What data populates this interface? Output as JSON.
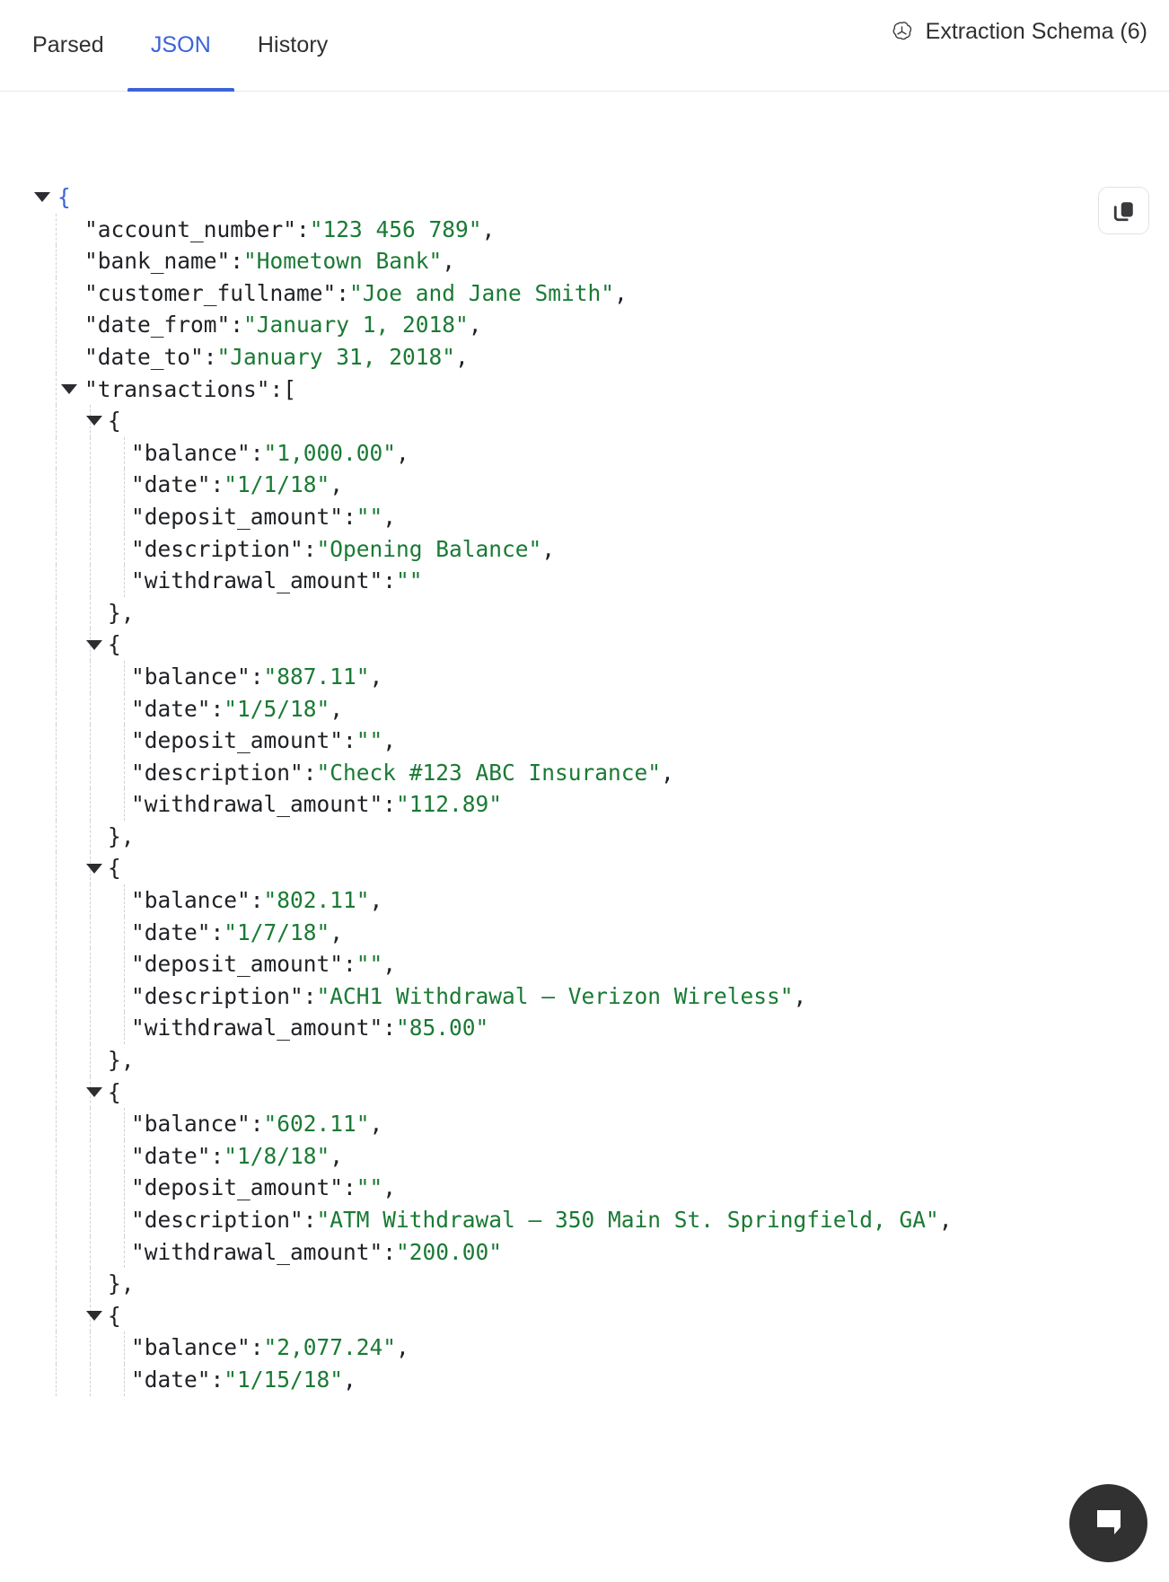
{
  "header": {
    "tabs": [
      {
        "label": "Parsed",
        "active": false
      },
      {
        "label": "JSON",
        "active": true
      },
      {
        "label": "History",
        "active": false
      }
    ],
    "schema_button": "Extraction Schema (6)",
    "schema_icon": "openai-logo-icon",
    "active_tab_color": "#3b63d8"
  },
  "toolbar": {
    "copy_icon": "copy-icon",
    "copy_label": "Copy"
  },
  "chat": {
    "icon": "chat-bubble-icon"
  },
  "colors": {
    "key": "#1f2124",
    "string": "#1a7a34",
    "bracket": "#3b63d8",
    "guide": "#cfd1d4"
  },
  "json_view": {
    "root_open": true,
    "lines": [
      {
        "id": "l0",
        "indent": 0,
        "caret": true,
        "guides": [],
        "text": "{",
        "cls": "br"
      },
      {
        "id": "l1",
        "indent": 1,
        "caret": false,
        "guides": [
          1
        ],
        "key": "\"account_number\"",
        "sep": ":",
        "val": "\"123 456 789\"",
        "tail": ","
      },
      {
        "id": "l2",
        "indent": 1,
        "caret": false,
        "guides": [
          1
        ],
        "key": "\"bank_name\"",
        "sep": ":",
        "val": "\"Hometown Bank\"",
        "tail": ","
      },
      {
        "id": "l3",
        "indent": 1,
        "caret": false,
        "guides": [
          1
        ],
        "key": "\"customer_fullname\"",
        "sep": ":",
        "val": "\"Joe and Jane Smith\"",
        "tail": ","
      },
      {
        "id": "l4",
        "indent": 1,
        "caret": false,
        "guides": [
          1
        ],
        "key": "\"date_from\"",
        "sep": ":",
        "val": "\"January 1, 2018\"",
        "tail": ","
      },
      {
        "id": "l5",
        "indent": 1,
        "caret": false,
        "guides": [
          1
        ],
        "key": "\"date_to\"",
        "sep": ":",
        "val": "\"January 31, 2018\"",
        "tail": ","
      },
      {
        "id": "l6",
        "indent": 1,
        "caret": true,
        "guides": [
          1
        ],
        "key": "\"transactions\"",
        "sep": ":",
        "val": "",
        "tail": "["
      },
      {
        "id": "l7",
        "indent": 2,
        "caret": true,
        "guides": [
          1,
          2
        ],
        "text": "{",
        "cls": "pn"
      },
      {
        "id": "l8",
        "indent": 3,
        "caret": false,
        "guides": [
          1,
          2,
          3
        ],
        "key": "\"balance\"",
        "sep": ":",
        "val": "\"1,000.00\"",
        "tail": ","
      },
      {
        "id": "l9",
        "indent": 3,
        "caret": false,
        "guides": [
          1,
          2,
          3
        ],
        "key": "\"date\"",
        "sep": ":",
        "val": "\"1/1/18\"",
        "tail": ","
      },
      {
        "id": "l10",
        "indent": 3,
        "caret": false,
        "guides": [
          1,
          2,
          3
        ],
        "key": "\"deposit_amount\"",
        "sep": ":",
        "val": "\"\"",
        "tail": ","
      },
      {
        "id": "l11",
        "indent": 3,
        "caret": false,
        "guides": [
          1,
          2,
          3
        ],
        "key": "\"description\"",
        "sep": ":",
        "val": "\"Opening Balance\"",
        "tail": ","
      },
      {
        "id": "l12",
        "indent": 3,
        "caret": false,
        "guides": [
          1,
          2,
          3
        ],
        "key": "\"withdrawal_amount\"",
        "sep": ":",
        "val": "\"\"",
        "tail": ""
      },
      {
        "id": "l13",
        "indent": 2,
        "caret": false,
        "guides": [
          1,
          2
        ],
        "text": "},",
        "cls": "pn"
      },
      {
        "id": "l14",
        "indent": 2,
        "caret": true,
        "guides": [
          1,
          2
        ],
        "text": "{",
        "cls": "pn"
      },
      {
        "id": "l15",
        "indent": 3,
        "caret": false,
        "guides": [
          1,
          2,
          3
        ],
        "key": "\"balance\"",
        "sep": ":",
        "val": "\"887.11\"",
        "tail": ","
      },
      {
        "id": "l16",
        "indent": 3,
        "caret": false,
        "guides": [
          1,
          2,
          3
        ],
        "key": "\"date\"",
        "sep": ":",
        "val": "\"1/5/18\"",
        "tail": ","
      },
      {
        "id": "l17",
        "indent": 3,
        "caret": false,
        "guides": [
          1,
          2,
          3
        ],
        "key": "\"deposit_amount\"",
        "sep": ":",
        "val": "\"\"",
        "tail": ","
      },
      {
        "id": "l18",
        "indent": 3,
        "caret": false,
        "guides": [
          1,
          2,
          3
        ],
        "key": "\"description\"",
        "sep": ":",
        "val": "\"Check #123 ABC Insurance\"",
        "tail": ","
      },
      {
        "id": "l19",
        "indent": 3,
        "caret": false,
        "guides": [
          1,
          2,
          3
        ],
        "key": "\"withdrawal_amount\"",
        "sep": ":",
        "val": "\"112.89\"",
        "tail": ""
      },
      {
        "id": "l20",
        "indent": 2,
        "caret": false,
        "guides": [
          1,
          2
        ],
        "text": "},",
        "cls": "pn"
      },
      {
        "id": "l21",
        "indent": 2,
        "caret": true,
        "guides": [
          1,
          2
        ],
        "text": "{",
        "cls": "pn"
      },
      {
        "id": "l22",
        "indent": 3,
        "caret": false,
        "guides": [
          1,
          2,
          3
        ],
        "key": "\"balance\"",
        "sep": ":",
        "val": "\"802.11\"",
        "tail": ","
      },
      {
        "id": "l23",
        "indent": 3,
        "caret": false,
        "guides": [
          1,
          2,
          3
        ],
        "key": "\"date\"",
        "sep": ":",
        "val": "\"1/7/18\"",
        "tail": ","
      },
      {
        "id": "l24",
        "indent": 3,
        "caret": false,
        "guides": [
          1,
          2,
          3
        ],
        "key": "\"deposit_amount\"",
        "sep": ":",
        "val": "\"\"",
        "tail": ","
      },
      {
        "id": "l25",
        "indent": 3,
        "caret": false,
        "guides": [
          1,
          2,
          3
        ],
        "key": "\"description\"",
        "sep": ":",
        "val": "\"ACH1 Withdrawal – Verizon Wireless\"",
        "tail": ","
      },
      {
        "id": "l26",
        "indent": 3,
        "caret": false,
        "guides": [
          1,
          2,
          3
        ],
        "key": "\"withdrawal_amount\"",
        "sep": ":",
        "val": "\"85.00\"",
        "tail": ""
      },
      {
        "id": "l27",
        "indent": 2,
        "caret": false,
        "guides": [
          1,
          2
        ],
        "text": "},",
        "cls": "pn"
      },
      {
        "id": "l28",
        "indent": 2,
        "caret": true,
        "guides": [
          1,
          2
        ],
        "text": "{",
        "cls": "pn"
      },
      {
        "id": "l29",
        "indent": 3,
        "caret": false,
        "guides": [
          1,
          2,
          3
        ],
        "key": "\"balance\"",
        "sep": ":",
        "val": "\"602.11\"",
        "tail": ","
      },
      {
        "id": "l30",
        "indent": 3,
        "caret": false,
        "guides": [
          1,
          2,
          3
        ],
        "key": "\"date\"",
        "sep": ":",
        "val": "\"1/8/18\"",
        "tail": ","
      },
      {
        "id": "l31",
        "indent": 3,
        "caret": false,
        "guides": [
          1,
          2,
          3
        ],
        "key": "\"deposit_amount\"",
        "sep": ":",
        "val": "\"\"",
        "tail": ","
      },
      {
        "id": "l32",
        "indent": 3,
        "caret": false,
        "guides": [
          1,
          2,
          3
        ],
        "key": "\"description\"",
        "sep": ":",
        "val": "\"ATM Withdrawal – 350 Main St. Springfield, GA\"",
        "tail": ","
      },
      {
        "id": "l33",
        "indent": 3,
        "caret": false,
        "guides": [
          1,
          2,
          3
        ],
        "key": "\"withdrawal_amount\"",
        "sep": ":",
        "val": "\"200.00\"",
        "tail": ""
      },
      {
        "id": "l34",
        "indent": 2,
        "caret": false,
        "guides": [
          1,
          2
        ],
        "text": "},",
        "cls": "pn"
      },
      {
        "id": "l35",
        "indent": 2,
        "caret": true,
        "guides": [
          1,
          2
        ],
        "text": "{",
        "cls": "pn"
      },
      {
        "id": "l36",
        "indent": 3,
        "caret": false,
        "guides": [
          1,
          2,
          3
        ],
        "key": "\"balance\"",
        "sep": ":",
        "val": "\"2,077.24\"",
        "tail": ","
      },
      {
        "id": "l37",
        "indent": 3,
        "caret": false,
        "guides": [
          1,
          2,
          3
        ],
        "key": "\"date\"",
        "sep": ":",
        "val": "\"1/15/18\"",
        "tail": ","
      }
    ]
  }
}
